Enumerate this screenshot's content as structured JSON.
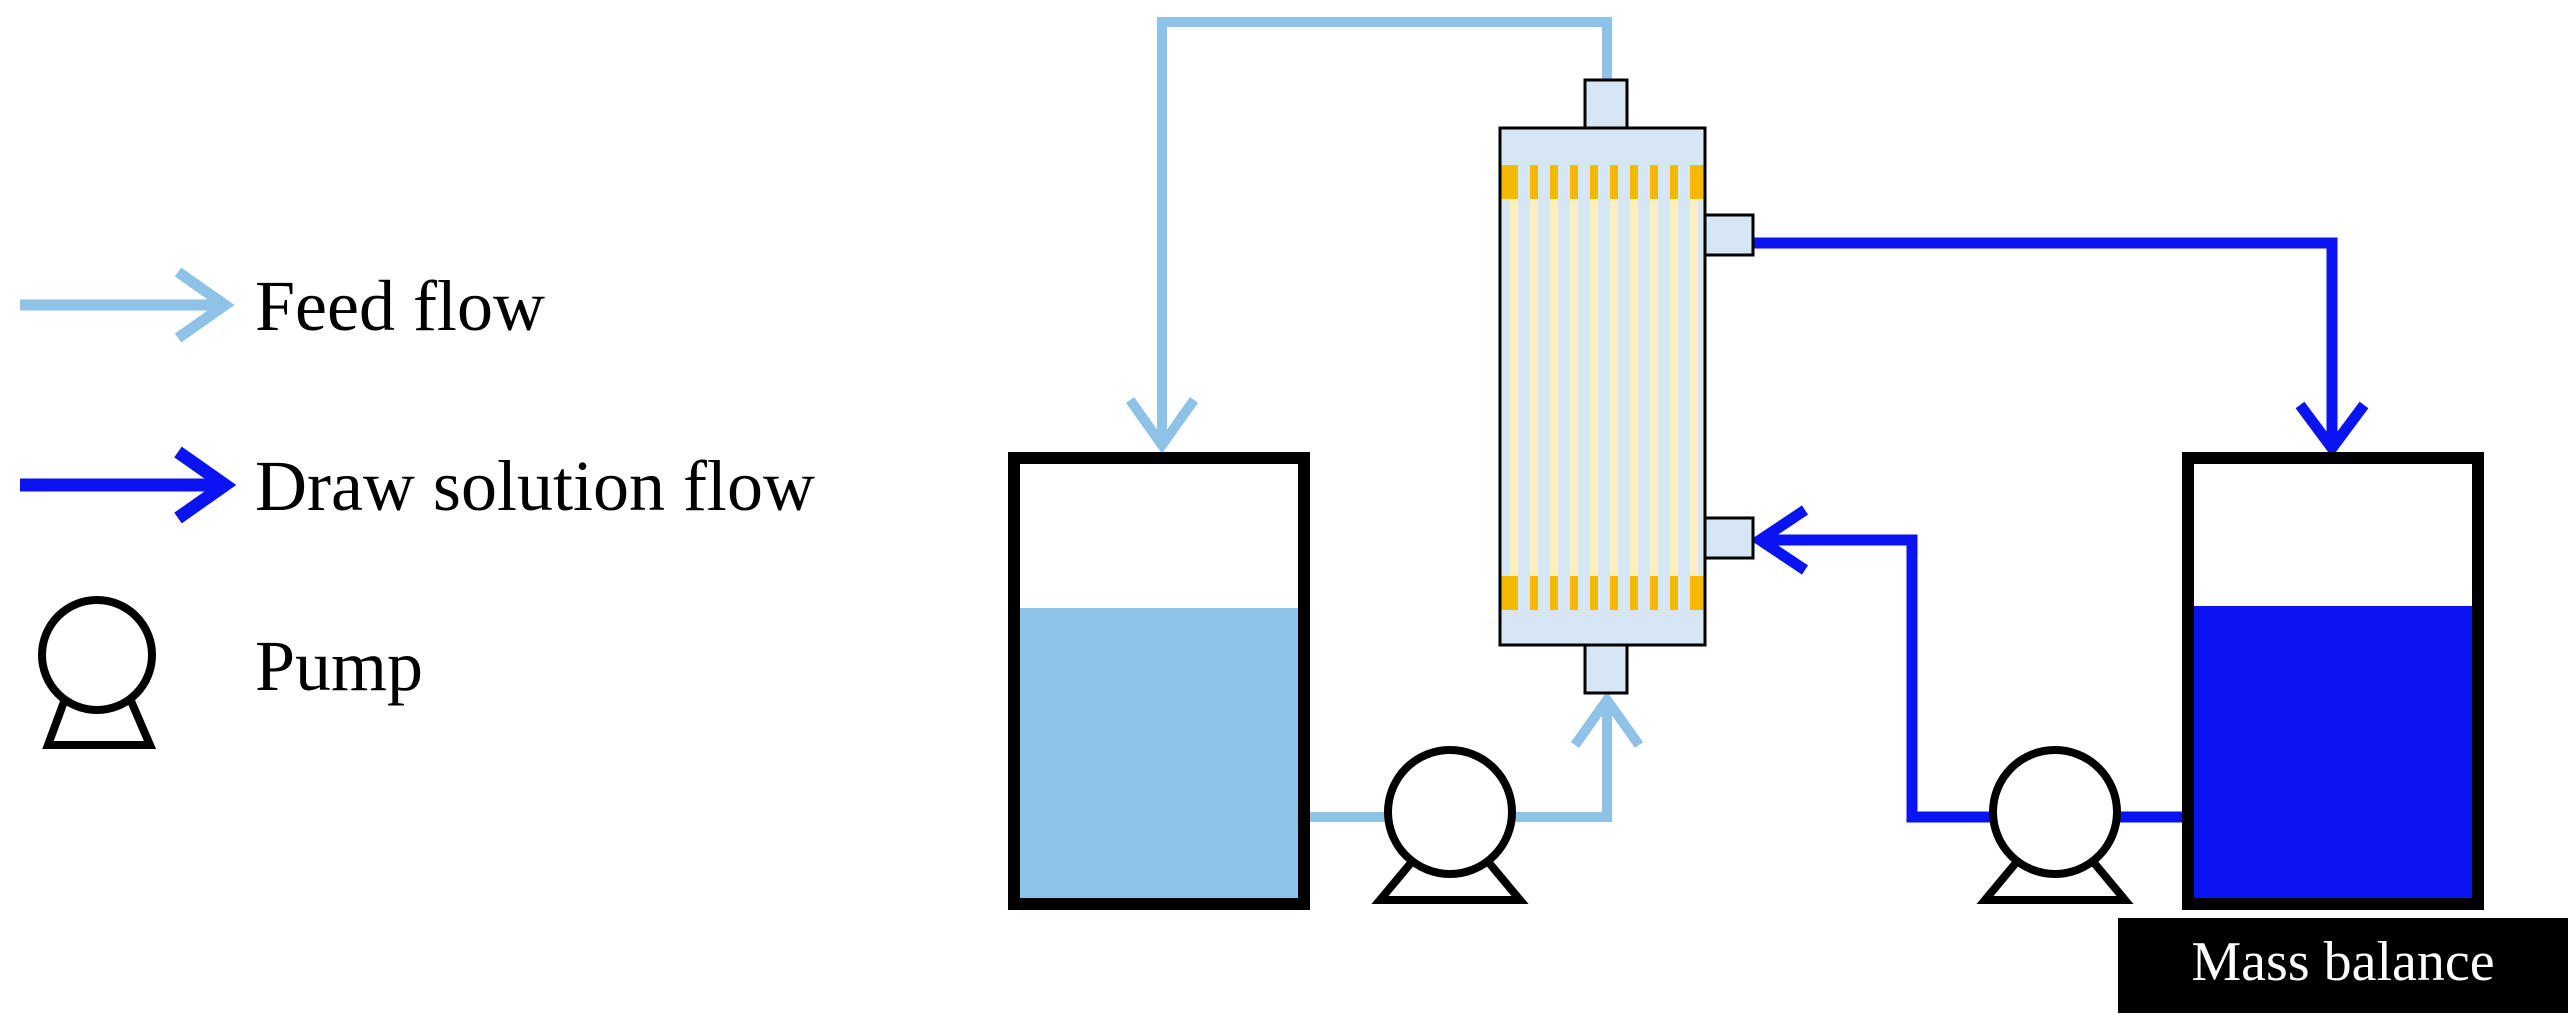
{
  "legend": {
    "feed_flow": "Feed flow",
    "draw_flow": "Draw solution flow",
    "pump": "Pump"
  },
  "mass_balance": "Mass balance",
  "colors": {
    "feed": "#8ec2e6",
    "draw": "#0a14f0",
    "membrane_spacer": "#f5b800",
    "module_body": "#d6e6f5",
    "fiber": "#fdeebe",
    "outline": "#000000"
  },
  "icons": [
    "feed-flow-arrow-icon",
    "draw-flow-arrow-icon",
    "pump-icon"
  ]
}
